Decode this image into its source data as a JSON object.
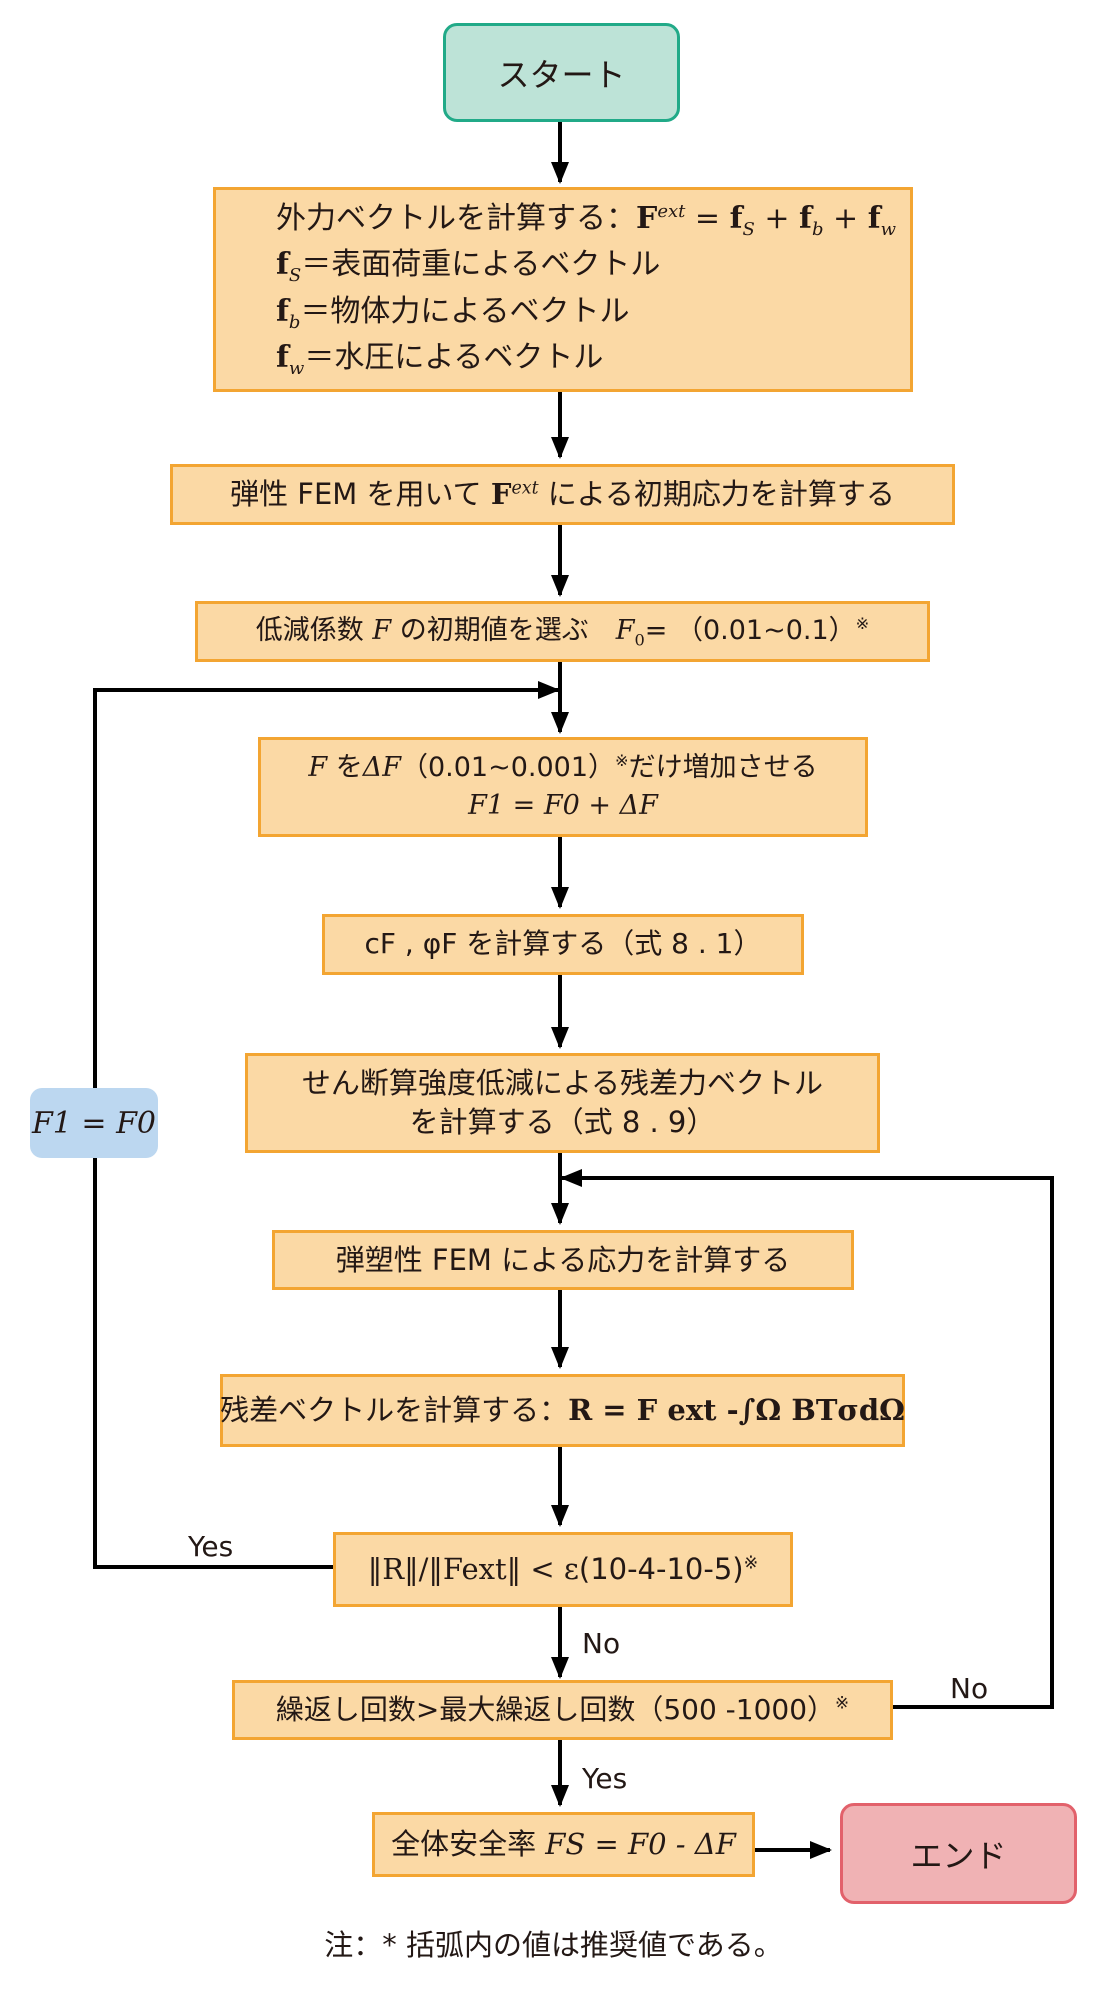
{
  "start": "スタート",
  "end": "エンド",
  "steps": {
    "external_force": {
      "title": "外力ベクトルを計算する：",
      "formula": [
        "F",
        "ext",
        " = ",
        "f",
        "S",
        " + ",
        "f",
        "b",
        " + ",
        "f",
        "w"
      ],
      "fs_desc": "＝表面荷重によるベクトル",
      "fb_desc": "＝物体力によるベクトル",
      "fw_desc": "＝水圧によるベクトル"
    },
    "initial_stress": {
      "pre": "弾性 FEM を用いて ",
      "sym": "F",
      "sup": "ext",
      "post": " による初期応力を計算する"
    },
    "initial_factor": {
      "pre": "低減係数 ",
      "sym": "F",
      "mid": " の初期値を選ぶ　",
      "sym0": "F",
      "sub0": "0",
      "post": "= （0.01~0.1）",
      "mark": "※"
    },
    "increase": {
      "sym": "F",
      "mid1": " を",
      "dsym": "ΔF",
      "mid2": "（0.01~0.001）",
      "mark": "※",
      "post": "だけ増加させる",
      "line2": "F1 = F0 + ΔF"
    },
    "cphi": {
      "text": "cF , φF を計算する（式 8 . 1）"
    },
    "residual_force": {
      "line1": "せん断算強度低減による残差力ベクトル",
      "line2": "を計算する（式 8 . 9）"
    },
    "elastoplastic": "弾塑性 FEM による応力を計算する",
    "residual_vector": {
      "pre": "残差ベクトルを計算する：",
      "formula": "R = F ext -∫Ω BTσdΩ"
    },
    "convergence": {
      "formula": "‖R‖/‖Fext‖ < ε",
      "range": "(10-4-10-5)",
      "mark": "※"
    },
    "iteration": {
      "text": "繰返し回数>最大繰返し回数（500 -1000）",
      "mark": "※"
    },
    "safety": {
      "pre": "全体安全率 ",
      "formula": "FS = F0 - ΔF"
    }
  },
  "reset": "F1 = F0",
  "labels": {
    "yes_loop": "Yes",
    "no_conv": "No",
    "no_iter": "No",
    "yes_iter": "Yes"
  },
  "note": "注：* 括弧内の値は推奨値である。"
}
